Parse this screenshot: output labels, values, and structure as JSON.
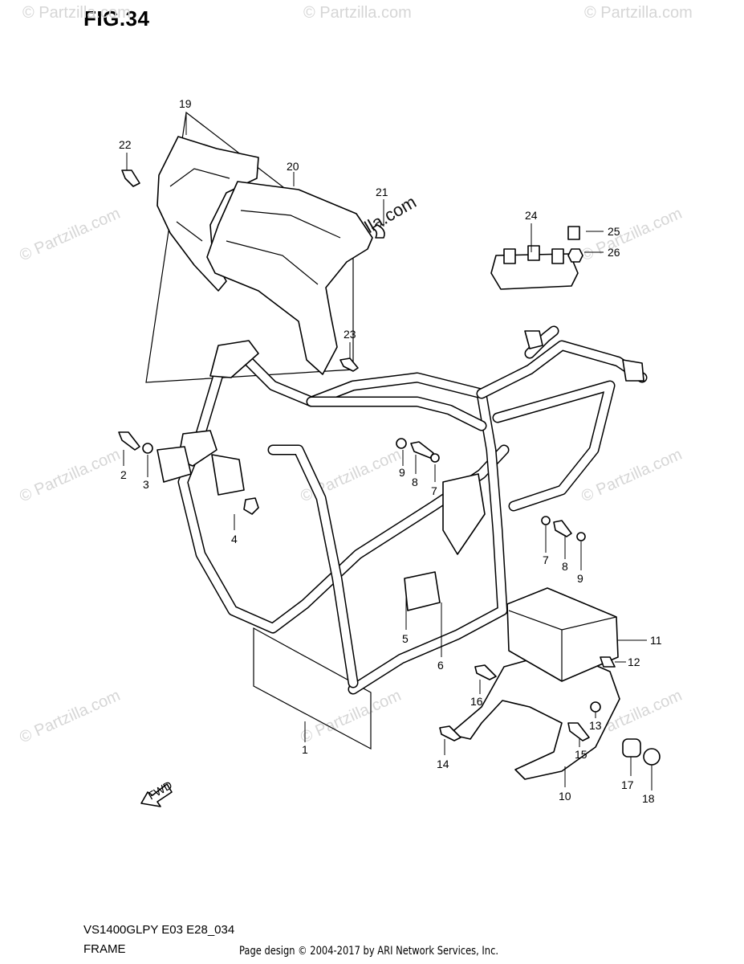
{
  "figure": {
    "title": "FIG.34",
    "model_code": "VS1400GLPY E03 E28_034",
    "section_name": "FRAME",
    "page_credit": "Page design © 2004-2017 by ARI Network Services, Inc."
  },
  "watermark": {
    "text": "© Partzilla.com",
    "main_text": "© Partzilla.com",
    "color": "#d6d6d6"
  },
  "fwd_label": "FWD",
  "callouts": [
    {
      "id": "c1",
      "label": "1"
    },
    {
      "id": "c2",
      "label": "2"
    },
    {
      "id": "c3",
      "label": "3"
    },
    {
      "id": "c4",
      "label": "4"
    },
    {
      "id": "c5",
      "label": "5"
    },
    {
      "id": "c6",
      "label": "6"
    },
    {
      "id": "c7a",
      "label": "7"
    },
    {
      "id": "c7b",
      "label": "7"
    },
    {
      "id": "c8a",
      "label": "8"
    },
    {
      "id": "c8b",
      "label": "8"
    },
    {
      "id": "c9a",
      "label": "9"
    },
    {
      "id": "c9b",
      "label": "9"
    },
    {
      "id": "c10",
      "label": "10"
    },
    {
      "id": "c11",
      "label": "11"
    },
    {
      "id": "c12",
      "label": "12"
    },
    {
      "id": "c13",
      "label": "13"
    },
    {
      "id": "c14",
      "label": "14"
    },
    {
      "id": "c15",
      "label": "15"
    },
    {
      "id": "c16",
      "label": "16"
    },
    {
      "id": "c17",
      "label": "17"
    },
    {
      "id": "c18",
      "label": "18"
    },
    {
      "id": "c19",
      "label": "19"
    },
    {
      "id": "c20",
      "label": "20"
    },
    {
      "id": "c21",
      "label": "21"
    },
    {
      "id": "c22",
      "label": "22"
    },
    {
      "id": "c23",
      "label": "23"
    },
    {
      "id": "c24",
      "label": "24"
    },
    {
      "id": "c25",
      "label": "25"
    },
    {
      "id": "c26",
      "label": "26"
    }
  ]
}
